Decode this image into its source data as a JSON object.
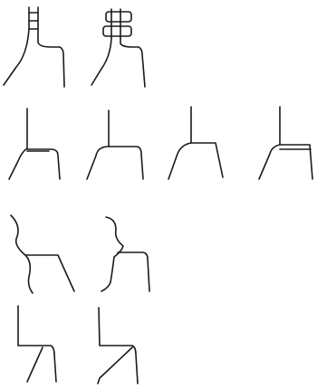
{
  "figure": {
    "background": "#ffffff",
    "ink_color": "#1a1a1a",
    "rows": [
      {
        "glyphs": [
          "glyph-ladder",
          "glyph-tabbed-post"
        ]
      },
      {
        "glyphs": [
          "glyph-square-shoulder",
          "glyph-rounded-shoulder",
          "glyph-angled-shoulder",
          "glyph-double-line-shoulder"
        ]
      },
      {
        "glyphs": [
          "glyph-curved-neck",
          "glyph-wavy-neck"
        ]
      },
      {
        "glyphs": [
          "glyph-crossing-diagonal",
          "glyph-inward-diagonal"
        ]
      }
    ]
  }
}
